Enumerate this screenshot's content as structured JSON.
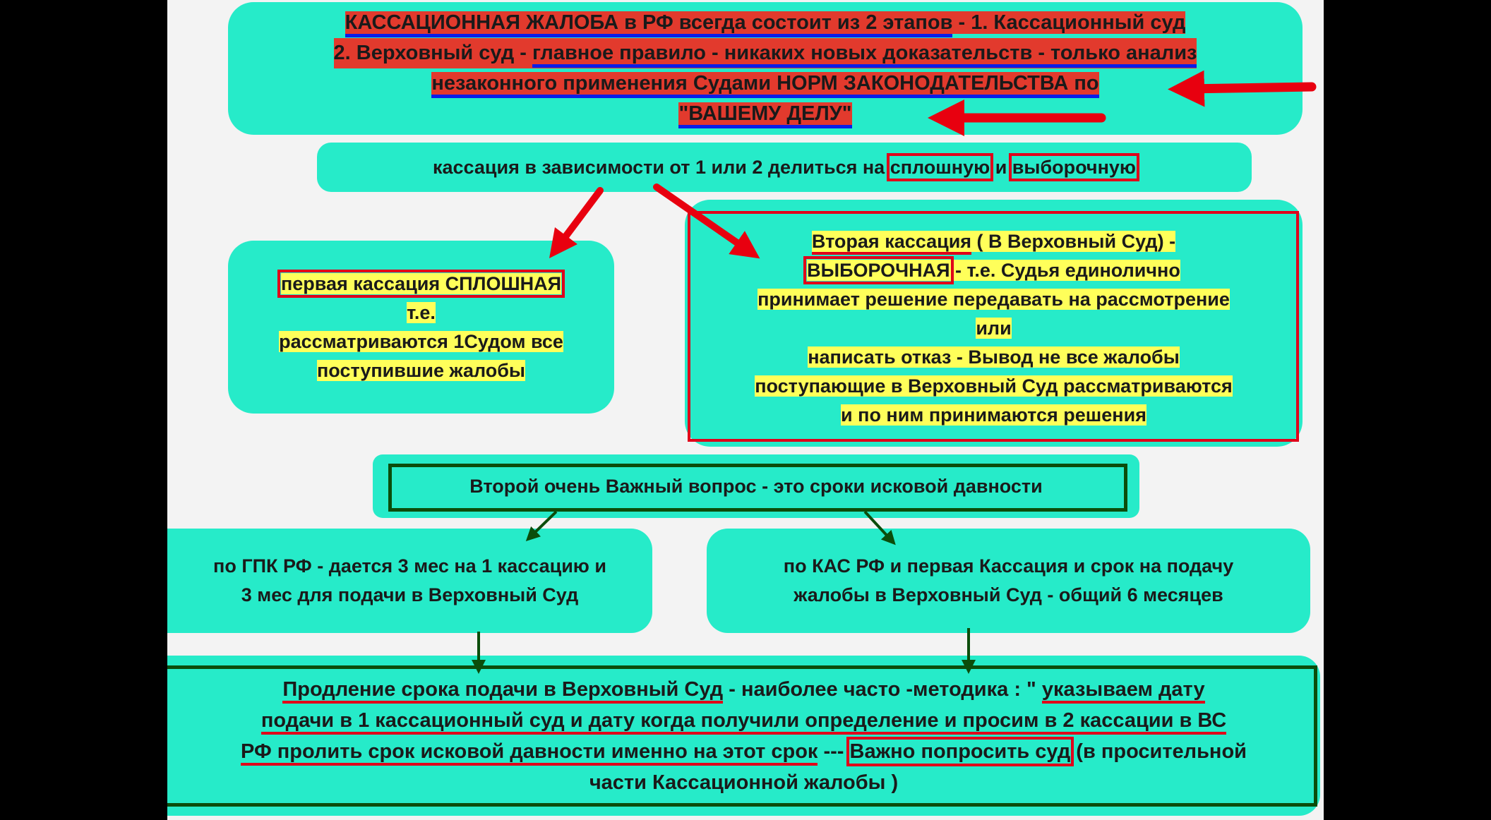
{
  "top_box": {
    "l1a": "КАССАЦИОННАЯ ЖАЛОБА в РФ всегда состоит из 2 этапов",
    "l1b": " - 1. Кассационный суд",
    "l2a": "2. Верховный суд  - ",
    "l2b": "главное правило - никаких новых доказательств - только анализ",
    "l3": "незаконного применения Судами НОРМ ЗАКОНОДАТЕЛЬСТВА по",
    "l4": "\"ВАШЕМУ ДЕЛУ\""
  },
  "split_box": {
    "text": "кассация в зависимости от 1 или 2 делиться на ",
    "w1": "сплошную",
    "mid": " и ",
    "w2": "выборочную"
  },
  "first_box": {
    "l1": "первая кассация СПЛОШНАЯ",
    "l2": "т.е.",
    "l3": "рассматриваются 1Судом все",
    "l4": "поступившие жалобы"
  },
  "second_box": {
    "l1a": "Вторая кассация",
    "l1b": " ( В Верховный Суд) -",
    "l2a": "ВЫБОРОЧНАЯ",
    "l2b": " - т.е. Судья единолично",
    "l3": "принимает решение передавать на рассмотрение",
    "l4": "или",
    "l5": "написать отказ - Вывод не все жалобы",
    "l6": "поступающие в Верховный Суд рассматриваются",
    "l7": "и по ним принимаются решения"
  },
  "deadline_box": {
    "text": "Второй очень Важный вопрос - это сроки исковой давности"
  },
  "gpk_box": {
    "l1": "по ГПК РФ - дается 3 мес на 1 кассацию и",
    "l2": "3 мес для подачи в Верховный Суд"
  },
  "kas_box": {
    "l1": "по КАС РФ и первая Кассация и срок на подачу",
    "l2": "жалобы в Верховный Суд - общий 6 месяцев"
  },
  "extend_box": {
    "l1a": "Продление срока подачи в Верховный Суд",
    "l1b": " - наиболее часто -методика : \" ",
    "l1c": "указываем дату",
    "l2": "подачи в 1 кассационный суд и дату когда получили определение и просим в 2 кассации в ВС",
    "l3a": "РФ пролить срок исковой давности именно на этот срок",
    "l3b": " --- ",
    "l3c": "Важно попросить суд",
    "l3d": " (в просительной",
    "l4": "части Кассационной жалобы )"
  },
  "colors": {
    "box": "#26ebc9",
    "red": "#e0001a",
    "green": "#0b4d0b",
    "yellow": "#ffff5a"
  }
}
